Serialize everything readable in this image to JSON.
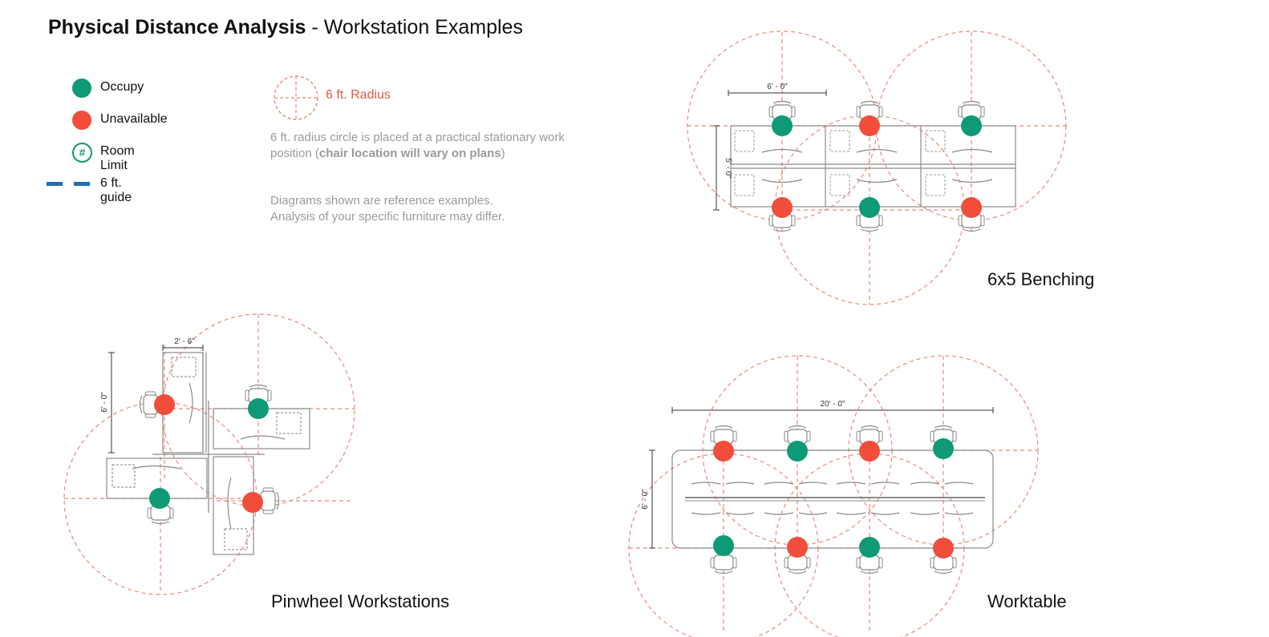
{
  "header": {
    "title_bold": "Physical Distance Analysis",
    "title_rest": "- Workstation Examples"
  },
  "legend": {
    "items": [
      {
        "label": "Occupy",
        "icon": "green-dot-icon"
      },
      {
        "label": "Unavailable",
        "icon": "red-dot-icon"
      },
      {
        "label": "Room Limit",
        "icon": "hash-ring-icon",
        "glyph": "#"
      },
      {
        "label": "6 ft. guide",
        "icon": "dashed-guide-icon"
      }
    ]
  },
  "radius_key": {
    "label": "6 ft. Radius"
  },
  "notes": {
    "note1_part1": "6 ft. radius circle is placed  at a practical stationary work position (",
    "note1_bold": "chair location will vary on plans",
    "note1_part2": ")",
    "note2_line1": "Diagrams  shown are reference examples.",
    "note2_line2": "Analysis of your specific  furniture may differ."
  },
  "diagrams": {
    "benching": {
      "caption": "6x5 Benching",
      "dim_width": "6' - 0\"",
      "dim_depth": "5' - 0\""
    },
    "pinwheel": {
      "caption": "Pinwheel Workstations",
      "dim_width": "2' - 6\"",
      "dim_depth": "6' - 0\""
    },
    "worktable": {
      "caption": "Worktable",
      "dim_width": "20' - 0\"",
      "dim_depth": "6' - 0\""
    }
  },
  "colors": {
    "occupy": "#0e9a74",
    "unavailable": "#f04e3b",
    "guide": "#1f6fad",
    "radius": "#e88a7c",
    "furniture": "#8a8a8a"
  }
}
